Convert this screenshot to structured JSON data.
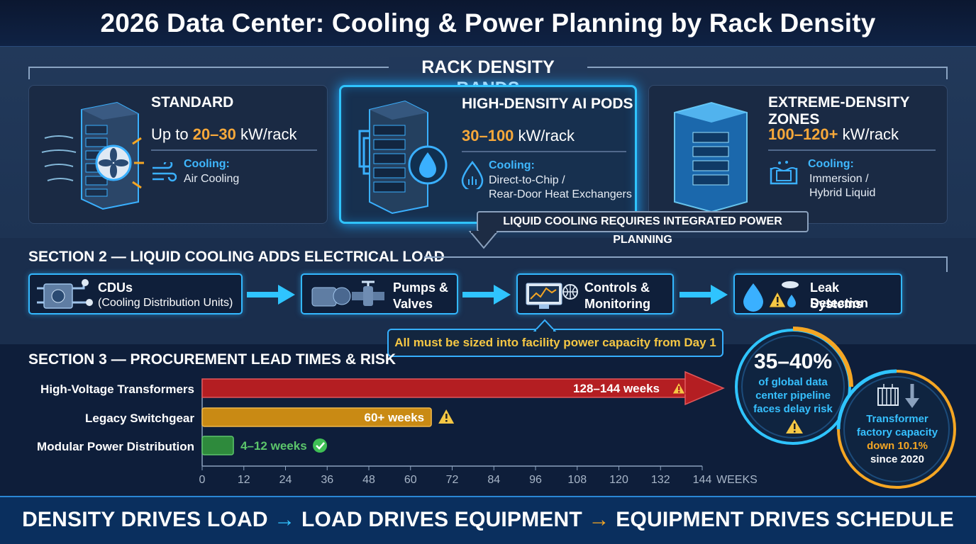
{
  "title": "2026 Data Center: Cooling & Power Planning by Rack Density",
  "section1": {
    "heading": "RACK DENSITY BANDS",
    "cards": [
      {
        "title": "STANDARD",
        "kw_prefix": "Up to ",
        "kw_value": "20–30",
        "kw_unit": " kW/rack",
        "cooling_label": "Cooling:",
        "cooling_line1": "Air Cooling",
        "cooling_line2": ""
      },
      {
        "title": "HIGH-DENSITY AI PODS",
        "kw_prefix": "",
        "kw_value": "30–100",
        "kw_unit": " kW/rack",
        "cooling_label": "Cooling:",
        "cooling_line1": "Direct-to-Chip /",
        "cooling_line2": "Rear-Door Heat Exchangers"
      },
      {
        "title": "EXTREME-DENSITY ZONES",
        "kw_prefix": "",
        "kw_value": "100–120+",
        "kw_unit": " kW/rack",
        "cooling_label": "Cooling:",
        "cooling_line1": "Immersion /",
        "cooling_line2": "Hybrid Liquid"
      }
    ],
    "callout": "LIQUID COOLING REQUIRES INTEGRATED POWER PLANNING"
  },
  "section2": {
    "heading": "SECTION 2 — LIQUID COOLING ADDS ELECTRICAL LOAD",
    "items": [
      {
        "line1": "CDUs",
        "line2": "(Cooling Distribution Units)"
      },
      {
        "line1": "Pumps &",
        "line2": "Valves"
      },
      {
        "line1": "Controls &",
        "line2": "Monitoring"
      },
      {
        "line1": "Leak Detection",
        "line2": "Systems"
      }
    ],
    "note": "All must be sized into facility power capacity from Day 1"
  },
  "section3": {
    "heading": "SECTION 3 — PROCUREMENT LEAD TIMES & RISK",
    "axis_unit": "WEEKS",
    "ticks": [
      "0",
      "12",
      "24",
      "36",
      "48",
      "60",
      "72",
      "84",
      "96",
      "108",
      "120",
      "132",
      "144"
    ],
    "stat1": {
      "value": "35–40%",
      "line1": "of global data",
      "line2": "center pipeline",
      "line3": "faces delay risk"
    },
    "stat2": {
      "line1": "Transformer",
      "line2": "factory capacity",
      "line3": "down 10.1%",
      "line4": "since 2020"
    }
  },
  "chart_data": {
    "type": "bar",
    "orientation": "horizontal",
    "categories": [
      "High-Voltage Transformers",
      "Legacy Switchgear",
      "Modular Power Distribution"
    ],
    "values": [
      144,
      66,
      9
    ],
    "value_labels": [
      "128–144 weeks",
      "60+ weeks",
      "4–12 weeks"
    ],
    "colors": [
      "#b41e22",
      "#c98a14",
      "#2e8a3c"
    ],
    "xlabel": "WEEKS",
    "xlim": [
      0,
      144
    ],
    "xticks": [
      0,
      12,
      24,
      36,
      48,
      60,
      72,
      84,
      96,
      108,
      120,
      132,
      144
    ]
  },
  "footer": {
    "part1": "DENSITY DRIVES LOAD",
    "part2": "LOAD DRIVES EQUIPMENT",
    "part3": "EQUIPMENT DRIVES SCHEDULE"
  },
  "colors": {
    "accent_blue": "#2fc4ff",
    "accent_orange": "#f7a83a",
    "risk_red": "#b41e22",
    "warn_amber": "#c98a14",
    "ok_green": "#2e8a3c"
  }
}
